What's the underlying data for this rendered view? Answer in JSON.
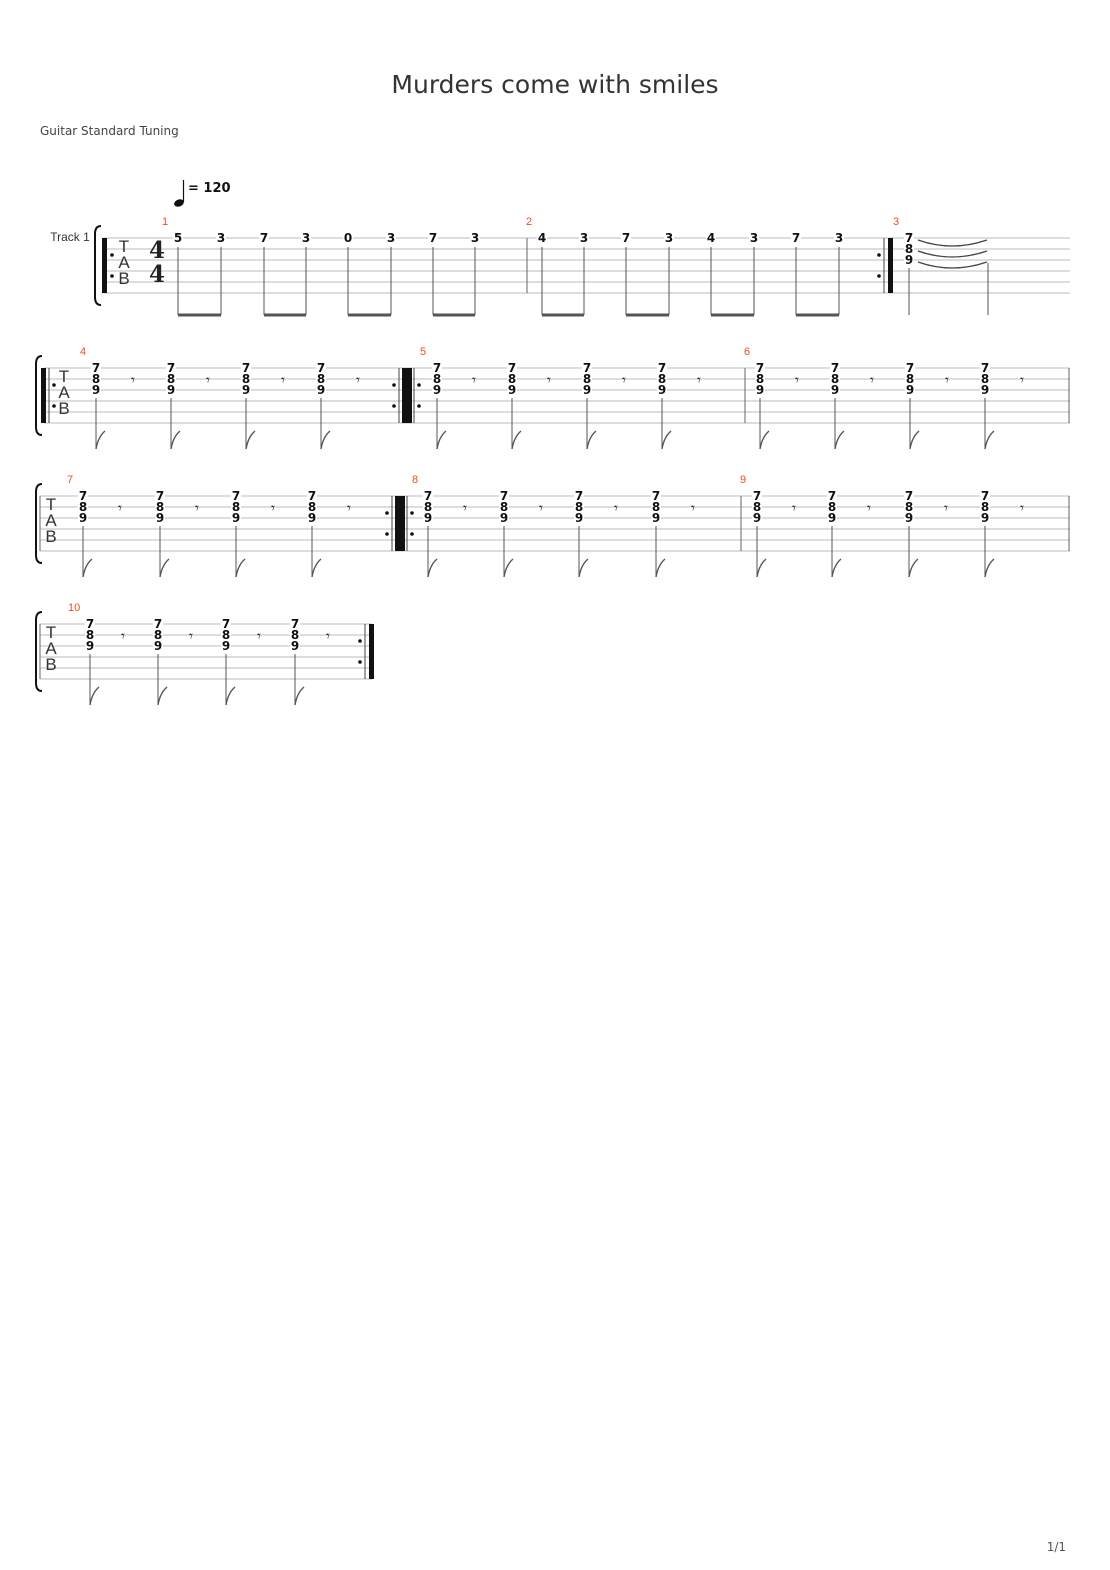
{
  "score": {
    "title": "Murders come with smiles",
    "tuning": "Guitar Standard Tuning",
    "track_name": "Track 1",
    "tempo": "= 120",
    "time_signature": {
      "top": "4",
      "bottom": "4"
    },
    "tab_letters": [
      "T",
      "A",
      "B"
    ],
    "page": "1/1",
    "colors": {
      "bar_number": "#e8501e",
      "staff_line": "#bbbbbb",
      "ink": "#111111"
    },
    "rest_glyph": "𝄾",
    "bar_numbers": [
      "1",
      "2",
      "3",
      "4",
      "5",
      "6",
      "7",
      "8",
      "9",
      "10"
    ],
    "measure1_frets": [
      "5",
      "3",
      "7",
      "3",
      "0",
      "3",
      "7",
      "3"
    ],
    "measure2_frets": [
      "4",
      "3",
      "7",
      "3",
      "4",
      "3",
      "7",
      "3"
    ],
    "chord_frets": [
      "7",
      "8",
      "9"
    ]
  }
}
